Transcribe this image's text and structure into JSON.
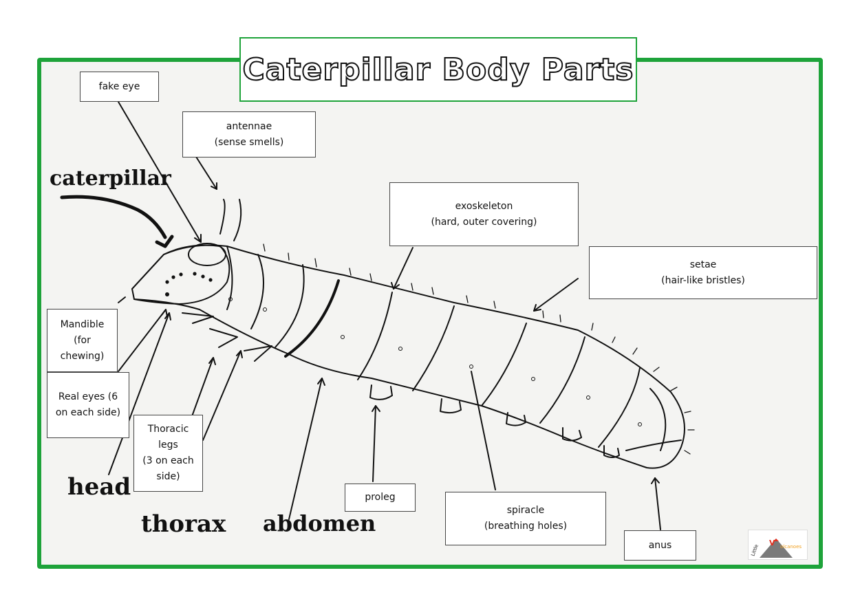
{
  "title": "Caterpillar Body Parts",
  "colors": {
    "frame": "#1ea33a",
    "ink": "#111111"
  },
  "handwritten": {
    "caterpillar": "caterpillar",
    "head": "head",
    "thorax": "thorax",
    "abdomen": "abdomen"
  },
  "labels": {
    "fake_eye": "fake eye",
    "antennae_1": "antennae",
    "antennae_2": "(sense smells)",
    "exoskeleton_1": "exoskeleton",
    "exoskeleton_2": "(hard, outer covering)",
    "setae_1": "setae",
    "setae_2": "(hair-like bristles)",
    "mandible_1": "Mandible",
    "mandible_2": "(for",
    "mandible_3": "chewing)",
    "real_eyes_1": "Real eyes (6",
    "real_eyes_2": "on each side)",
    "thoracic_1": "Thoracic",
    "thoracic_2": "legs",
    "thoracic_3": "(3 on each",
    "thoracic_4": "side)",
    "proleg": "proleg",
    "spiracle_1": "spiracle",
    "spiracle_2": "(breathing holes)",
    "anus": "anus"
  },
  "logo": {
    "text": "Little Volcanoes"
  }
}
